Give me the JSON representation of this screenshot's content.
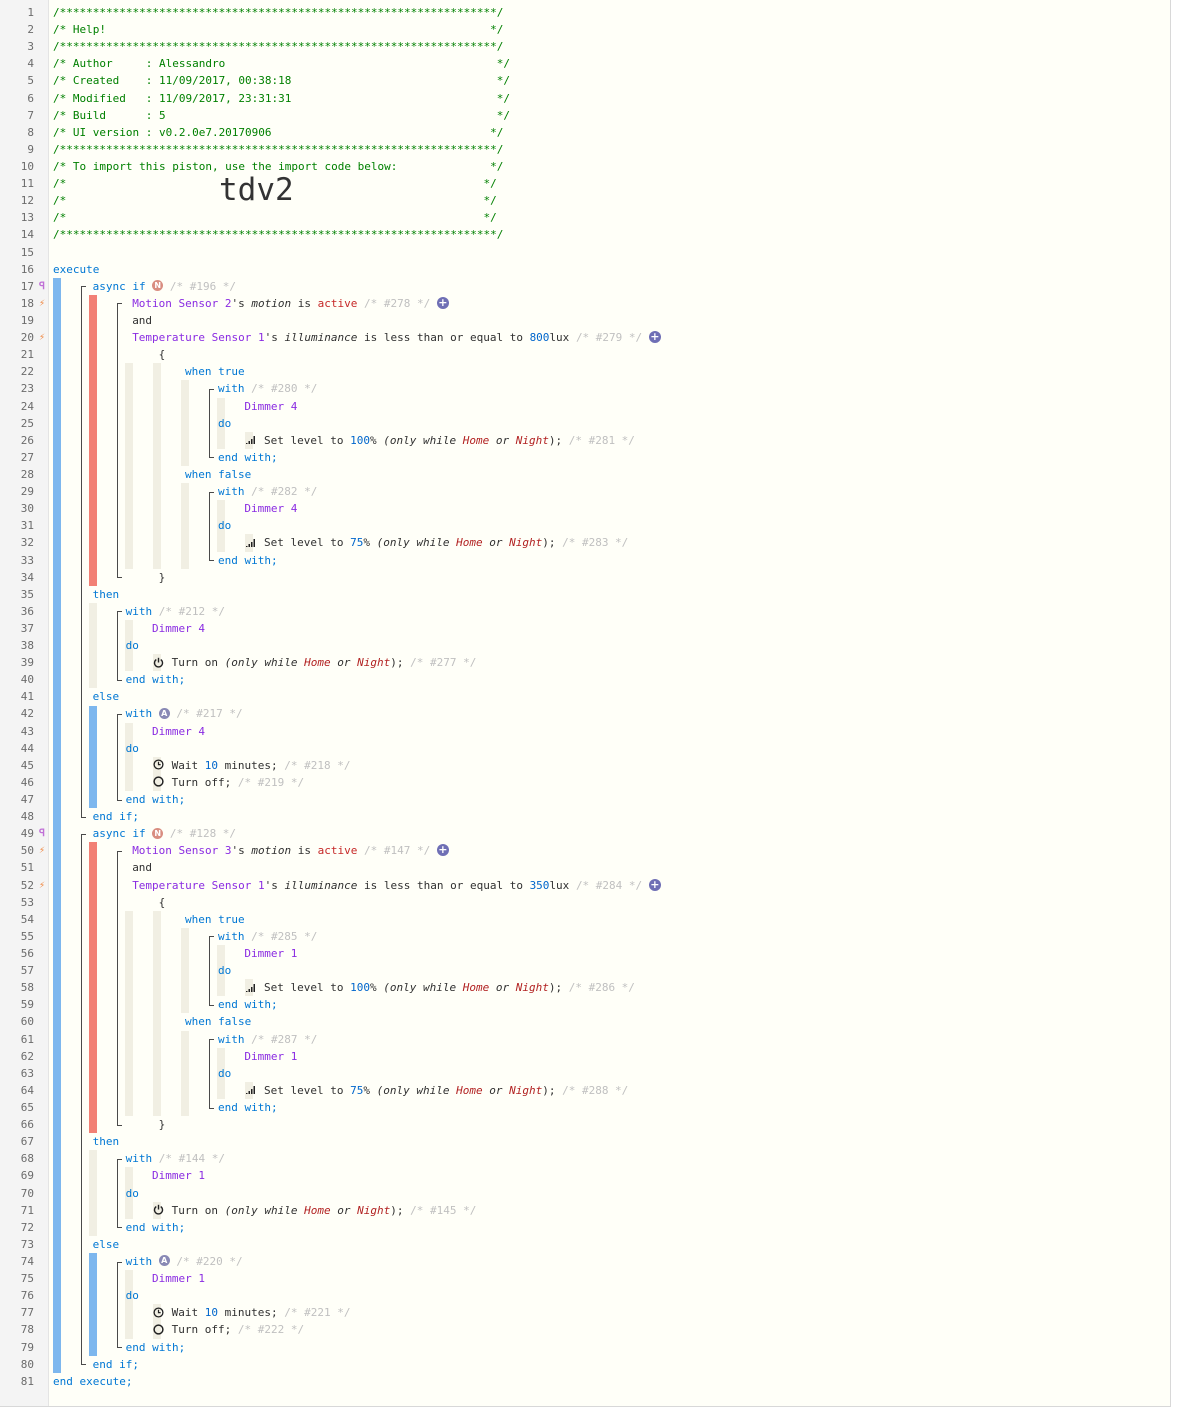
{
  "header": {
    "stars": "/******************************************************************/",
    "help_line": "/* Help!                                                          */",
    "author": "/* Author     : Alessandro                                         */",
    "created": "/* Created    : 11/09/2017, 00:38:18                               */",
    "modified": "/* Modified   : 11/09/2017, 23:31:31                               */",
    "build": "/* Build      : 5                                                  */",
    "ui_version": "/* UI version : v0.2.0e7.20170906                                 */",
    "import_line": "/* To import this piston, use the import code below:              */",
    "blank_comment": "/*                                                               */",
    "import_code": "tdv2"
  },
  "kw": {
    "execute": "execute",
    "end_execute": "end execute;",
    "async_if": "async if",
    "and": "and",
    "then": "then",
    "else": "else",
    "end_if": "end if;",
    "with": "with",
    "do": "do",
    "end_with": "end with;",
    "when_true": "when true",
    "when_false": "when false",
    "open_brace": "{",
    "close_brace": "}",
    "badge_n": "N",
    "badge_a": "A",
    "plus": "+"
  },
  "blocks": [
    {
      "if_id": "/* #196 */",
      "cond1": {
        "device": "Motion Sensor 2",
        "possessive": "'s ",
        "attr": "motion",
        "op": " is ",
        "value": "active",
        "id": "/* #278 */"
      },
      "cond2": {
        "device": "Temperature Sensor 1",
        "possessive": "'s ",
        "attr": "illuminance",
        "op": " is less than or equal to ",
        "value": "800",
        "unit": "lux",
        "id": "/* #279 */"
      },
      "true_with_id": "/* #280 */",
      "true_device": "Dimmer 4",
      "true_action": {
        "text": "Set level to ",
        "value": "100",
        "pct": "%",
        "only": " (only while ",
        "home": "Home",
        "or": " or ",
        "night": "Night",
        "tail": ");",
        "id": "/* #281 */"
      },
      "false_with_id": "/* #282 */",
      "false_device": "Dimmer 4",
      "false_action": {
        "text": "Set level to ",
        "value": "75",
        "pct": "%",
        "only": " (only while ",
        "home": "Home",
        "or": " or ",
        "night": "Night",
        "tail": ");",
        "id": "/* #283 */"
      },
      "then_with_id": "/* #212 */",
      "then_device": "Dimmer 4",
      "then_action": {
        "text": "Turn on ",
        "only": "(only while ",
        "home": "Home",
        "or": " or ",
        "night": "Night",
        "tail": ");",
        "id": "/* #277 */"
      },
      "else_with_id": "/* #217 */",
      "else_device": "Dimmer 4",
      "else_wait": {
        "text": "Wait ",
        "value": "10",
        "unit": " minutes;",
        "id": "/* #218 */"
      },
      "else_off": {
        "text": "Turn off;",
        "id": "/* #219 */"
      }
    },
    {
      "if_id": "/* #128 */",
      "cond1": {
        "device": "Motion Sensor 3",
        "possessive": "'s ",
        "attr": "motion",
        "op": " is ",
        "value": "active",
        "id": "/* #147 */"
      },
      "cond2": {
        "device": "Temperature Sensor 1",
        "possessive": "'s ",
        "attr": "illuminance",
        "op": " is less than or equal to ",
        "value": "350",
        "unit": "lux",
        "id": "/* #284 */"
      },
      "true_with_id": "/* #285 */",
      "true_device": "Dimmer 1",
      "true_action": {
        "text": "Set level to ",
        "value": "100",
        "pct": "%",
        "only": " (only while ",
        "home": "Home",
        "or": " or ",
        "night": "Night",
        "tail": ");",
        "id": "/* #286 */"
      },
      "false_with_id": "/* #287 */",
      "false_device": "Dimmer 1",
      "false_action": {
        "text": "Set level to ",
        "value": "75",
        "pct": "%",
        "only": " (only while ",
        "home": "Home",
        "or": " or ",
        "night": "Night",
        "tail": ");",
        "id": "/* #288 */"
      },
      "then_with_id": "/* #144 */",
      "then_device": "Dimmer 1",
      "then_action": {
        "text": "Turn on ",
        "only": "(only while ",
        "home": "Home",
        "or": " or ",
        "night": "Night",
        "tail": ");",
        "id": "/* #145 */"
      },
      "else_with_id": "/* #220 */",
      "else_device": "Dimmer 1",
      "else_wait": {
        "text": "Wait ",
        "value": "10",
        "unit": " minutes;",
        "id": "/* #221 */"
      },
      "else_off": {
        "text": "Turn off;",
        "id": "/* #222 */"
      }
    }
  ],
  "markers": {
    "trigger": "⚡",
    "subscription": "ꟼ"
  },
  "icons": {
    "signal": "signal-bars-icon",
    "power": "power-icon",
    "clock": "clock-icon",
    "off": "off-circle-icon"
  },
  "colors": {
    "keyword": "#0077d4",
    "device": "#8a2be2",
    "value": "#c62828",
    "comment": "#008000",
    "blue_bar": "#7db7ee",
    "red_bar": "#f28075"
  }
}
